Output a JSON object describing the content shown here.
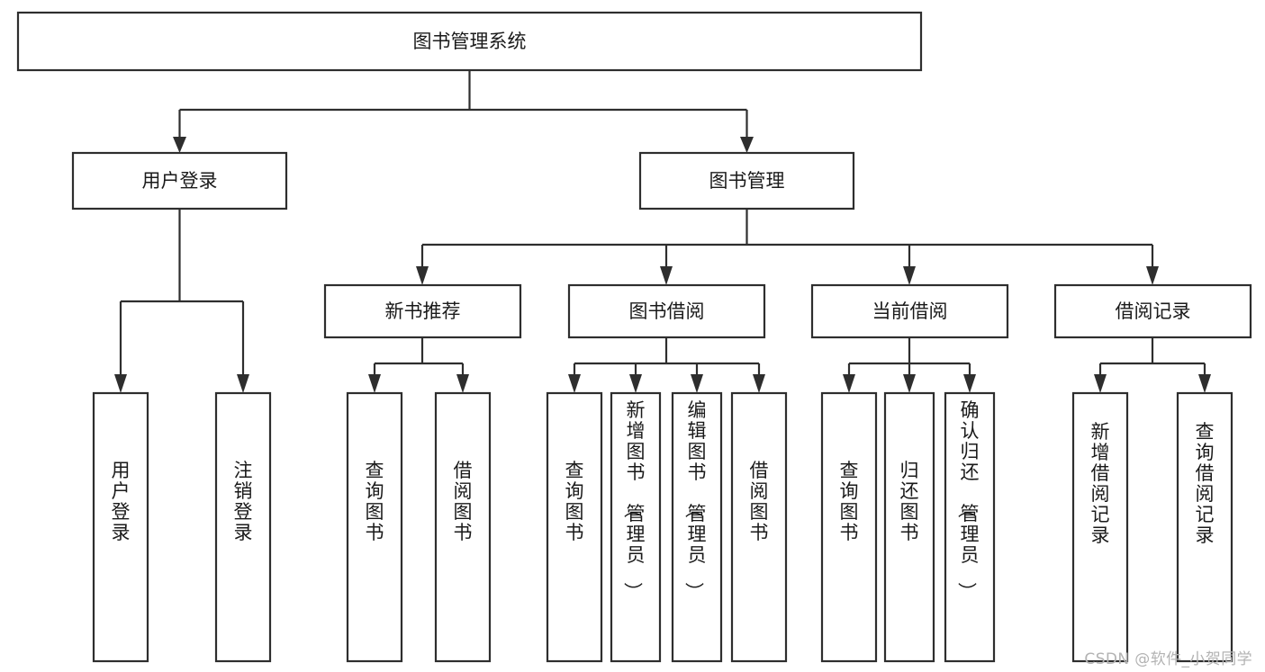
{
  "diagram": {
    "title": "图书管理系统",
    "watermark": "CSDN @软件_小贺同学",
    "orientation": "top-down-tree",
    "box_fill": "#ffffff",
    "box_stroke": "#2e2e2e",
    "text_color": "#1a1a1a",
    "watermark_color": "#b3b3b3",
    "levels": [
      {
        "level": 1,
        "nodes": [
          {
            "id": "root",
            "label": "图书管理系统",
            "orient": "horizontal"
          }
        ]
      },
      {
        "level": 2,
        "nodes": [
          {
            "id": "login",
            "label": "用户登录",
            "orient": "horizontal",
            "parent": "root"
          },
          {
            "id": "bookmgmt",
            "label": "图书管理",
            "orient": "horizontal",
            "parent": "root"
          }
        ]
      },
      {
        "level": 3,
        "nodes": [
          {
            "id": "newbook",
            "label": "新书推荐",
            "orient": "horizontal",
            "parent": "bookmgmt"
          },
          {
            "id": "borrow",
            "label": "图书借阅",
            "orient": "horizontal",
            "parent": "bookmgmt"
          },
          {
            "id": "current",
            "label": "当前借阅",
            "orient": "horizontal",
            "parent": "bookmgmt"
          },
          {
            "id": "records",
            "label": "借阅记录",
            "orient": "horizontal",
            "parent": "bookmgmt"
          }
        ]
      },
      {
        "level": 4,
        "nodes": [
          {
            "id": "leaf1",
            "label": "用户登录",
            "orient": "vertical",
            "parent": "login"
          },
          {
            "id": "leaf2",
            "label": "注销登录",
            "orient": "vertical",
            "parent": "login"
          },
          {
            "id": "leaf3",
            "label": "查询图书",
            "orient": "vertical",
            "parent": "newbook"
          },
          {
            "id": "leaf4",
            "label": "借阅图书",
            "orient": "vertical",
            "parent": "newbook"
          },
          {
            "id": "leaf5",
            "label": "查询图书",
            "orient": "vertical",
            "parent": "borrow"
          },
          {
            "id": "leaf6",
            "label": "新增图书（管理员）",
            "orient": "vertical",
            "parent": "borrow"
          },
          {
            "id": "leaf7",
            "label": "编辑图书（管理员）",
            "orient": "vertical",
            "parent": "borrow"
          },
          {
            "id": "leaf8",
            "label": "借阅图书",
            "orient": "vertical",
            "parent": "borrow"
          },
          {
            "id": "leaf9",
            "label": "查询图书",
            "orient": "vertical",
            "parent": "current"
          },
          {
            "id": "leaf10",
            "label": "归还图书",
            "orient": "vertical",
            "parent": "current"
          },
          {
            "id": "leaf11",
            "label": "确认归还（管理员）",
            "orient": "vertical",
            "parent": "current"
          },
          {
            "id": "leaf12",
            "label": "新增借阅记录",
            "orient": "vertical",
            "parent": "records"
          },
          {
            "id": "leaf13",
            "label": "查询借阅记录",
            "orient": "vertical",
            "parent": "records"
          }
        ]
      }
    ]
  }
}
